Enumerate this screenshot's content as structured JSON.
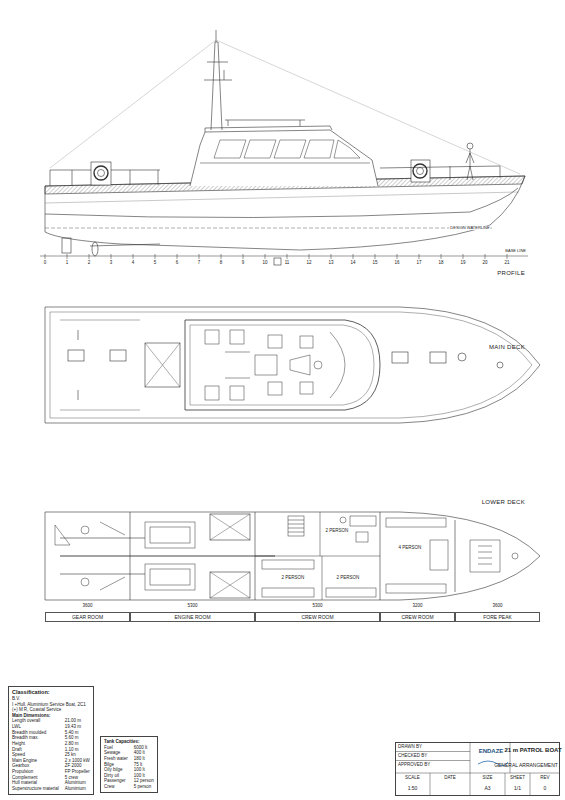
{
  "diagram": {
    "nodes": [
      {
        "text": [
          "GEAR ROOM"
        ]
      },
      {
        "text": [
          "ENGINE ROOM"
        ]
      },
      {
        "text": [
          "CREW ROOM"
        ]
      },
      {
        "text": [
          "CREW ROOM"
        ]
      },
      {
        "text": [
          "FORE PEAK"
        ]
      },
      {
        "text": [
          "Classification:",
          "B.V.",
          "I +Hull, Aluminium Service Boat, 2C1",
          "(+) M R, Coastal Service",
          "Main Dimensions:",
          "Length overall",
          "21.00 m",
          "LWL",
          "19.43 m",
          "Breadth moulded",
          "5.40 m",
          "Breadth max.",
          "5.60 m",
          "Height",
          "2.80 m",
          "Draft",
          "1.10 m",
          "Speed",
          "25 kn",
          "Main Engine",
          "2 x 1000 kW",
          "Gearbox",
          "ZF 2000",
          "Propulsion",
          "FP Propeller",
          "Complement",
          "5 crew",
          "Hull material",
          "Aluminium",
          "Superstructure material",
          "Aluminium"
        ]
      },
      {
        "text": [
          "Tank Capacities:",
          "Fuel",
          "6000 lt",
          "Sewage",
          "400 lt",
          "Fresh water",
          "180 lt",
          "Bilge",
          "75 lt",
          "Oily bilge",
          "100 lt",
          "Dirty oil",
          "100 lt",
          "Passenger",
          "12 person",
          "Crew",
          "5 person"
        ]
      },
      {
        "text": [
          "ENDAZE",
          "21 m PATROL BOAT",
          "GENERAL ARRANGEMENT"
        ]
      }
    ],
    "labels": [
      "PROFILE",
      "MAIN DECK",
      "LOWER DECK",
      "DESIGN WATERLINE",
      "BASE LINE",
      "0",
      "1",
      "2",
      "3",
      "4",
      "5",
      "6",
      "7",
      "8",
      "9",
      "10",
      "11",
      "12",
      "13",
      "14",
      "15",
      "16",
      "17",
      "18",
      "19",
      "20",
      "21",
      "2 PERSON",
      "2 PERSON",
      "2 PERSON",
      "4 PERSON",
      "3600",
      "5300",
      "5300",
      "3200",
      "3600",
      "DRAWN BY",
      "CHECKED BY",
      "APPROVED BY",
      "SCALE",
      "DATE",
      "SIZE",
      "SHEET",
      "REV",
      "1:50",
      "A3",
      "1/1",
      "0"
    ]
  }
}
